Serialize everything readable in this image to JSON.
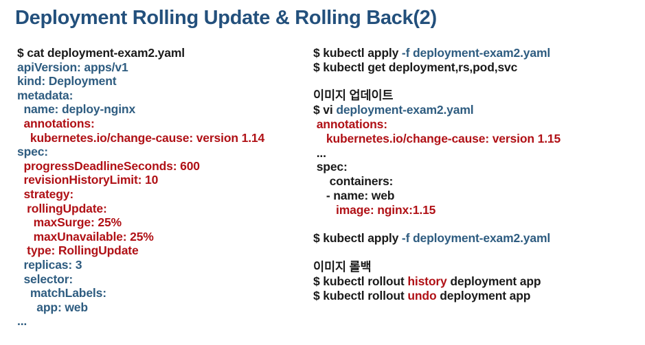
{
  "slide": {
    "title": "Deployment Rolling Update & Rolling Back(2)",
    "colors": {
      "title": "#23507C",
      "blue": "#2E5C80",
      "red": "#B01116",
      "black": "#1A1A1A",
      "background": "#FFFFFF"
    }
  },
  "left_column": {
    "lines": [
      {
        "indent": "",
        "segments": [
          {
            "text": "$ cat deployment-exam2.yaml",
            "color": "black"
          }
        ]
      },
      {
        "indent": "",
        "segments": [
          {
            "text": "apiVersion: apps/v1",
            "color": "blue"
          }
        ]
      },
      {
        "indent": "",
        "segments": [
          {
            "text": "kind: Deployment",
            "color": "blue"
          }
        ]
      },
      {
        "indent": "",
        "segments": [
          {
            "text": "metadata:",
            "color": "blue"
          }
        ]
      },
      {
        "indent": "  ",
        "segments": [
          {
            "text": "name: deploy-nginx",
            "color": "blue"
          }
        ]
      },
      {
        "indent": "  ",
        "segments": [
          {
            "text": "annotations:",
            "color": "red"
          }
        ]
      },
      {
        "indent": "    ",
        "segments": [
          {
            "text": "kubernetes.io/change-cause: version 1.14",
            "color": "red"
          }
        ]
      },
      {
        "indent": "",
        "segments": [
          {
            "text": "spec:",
            "color": "blue"
          }
        ]
      },
      {
        "indent": "  ",
        "segments": [
          {
            "text": "progressDeadlineSeconds: 600",
            "color": "red"
          }
        ]
      },
      {
        "indent": "  ",
        "segments": [
          {
            "text": "revisionHistoryLimit: 10",
            "color": "red"
          }
        ]
      },
      {
        "indent": "  ",
        "segments": [
          {
            "text": "strategy:",
            "color": "red"
          }
        ]
      },
      {
        "indent": "   ",
        "segments": [
          {
            "text": "rollingUpdate:",
            "color": "red"
          }
        ]
      },
      {
        "indent": "     ",
        "segments": [
          {
            "text": "maxSurge: 25%",
            "color": "red"
          }
        ]
      },
      {
        "indent": "     ",
        "segments": [
          {
            "text": "maxUnavailable: 25%",
            "color": "red"
          }
        ]
      },
      {
        "indent": "   ",
        "segments": [
          {
            "text": "type: RollingUpdate",
            "color": "red"
          }
        ]
      },
      {
        "indent": "  ",
        "segments": [
          {
            "text": "replicas: 3",
            "color": "blue"
          }
        ]
      },
      {
        "indent": "  ",
        "segments": [
          {
            "text": "selector:",
            "color": "blue"
          }
        ]
      },
      {
        "indent": "    ",
        "segments": [
          {
            "text": "matchLabels:",
            "color": "blue"
          }
        ]
      },
      {
        "indent": "      ",
        "segments": [
          {
            "text": "app: web",
            "color": "blue"
          }
        ]
      },
      {
        "indent": "",
        "segments": [
          {
            "text": "...",
            "color": "blue"
          }
        ]
      }
    ]
  },
  "right_column": {
    "lines": [
      {
        "indent": "",
        "segments": [
          {
            "text": "$ kubectl apply ",
            "color": "black"
          },
          {
            "text": "-f deployment-exam2.yaml",
            "color": "blue"
          }
        ]
      },
      {
        "indent": "",
        "segments": [
          {
            "text": "$ kubectl get deployment,rs,pod,svc",
            "color": "black"
          }
        ]
      },
      {
        "indent": "",
        "segments": [
          {
            "text": "",
            "color": "black"
          }
        ]
      },
      {
        "indent": "",
        "segments": [
          {
            "text": "이미지 업데이트",
            "color": "black"
          }
        ]
      },
      {
        "indent": "",
        "segments": [
          {
            "text": "$ vi ",
            "color": "black"
          },
          {
            "text": "deployment-exam2.yaml",
            "color": "blue"
          }
        ]
      },
      {
        "indent": " ",
        "segments": [
          {
            "text": "annotations:",
            "color": "red"
          }
        ]
      },
      {
        "indent": "    ",
        "segments": [
          {
            "text": "kubernetes.io/change-cause: version 1.15",
            "color": "red"
          }
        ]
      },
      {
        "indent": " ",
        "segments": [
          {
            "text": "...",
            "color": "black"
          }
        ]
      },
      {
        "indent": " ",
        "segments": [
          {
            "text": "spec:",
            "color": "black"
          }
        ]
      },
      {
        "indent": "     ",
        "segments": [
          {
            "text": "containers:",
            "color": "black"
          }
        ]
      },
      {
        "indent": "    ",
        "segments": [
          {
            "text": "- name: web",
            "color": "black"
          }
        ]
      },
      {
        "indent": "       ",
        "segments": [
          {
            "text": "image: nginx:1.15",
            "color": "red"
          }
        ]
      },
      {
        "indent": "",
        "segments": [
          {
            "text": "",
            "color": "black"
          }
        ]
      },
      {
        "indent": "",
        "segments": [
          {
            "text": "$ kubectl apply ",
            "color": "black"
          },
          {
            "text": "-f deployment-exam2.yaml",
            "color": "blue"
          }
        ]
      },
      {
        "indent": "",
        "segments": [
          {
            "text": "",
            "color": "black"
          }
        ]
      },
      {
        "indent": "",
        "segments": [
          {
            "text": "이미지 롤백",
            "color": "black"
          }
        ]
      },
      {
        "indent": "",
        "segments": [
          {
            "text": "$ kubectl rollout ",
            "color": "black"
          },
          {
            "text": "history",
            "color": "red"
          },
          {
            "text": " deployment app",
            "color": "black"
          }
        ]
      },
      {
        "indent": "",
        "segments": [
          {
            "text": "$ kubectl rollout ",
            "color": "black"
          },
          {
            "text": "undo",
            "color": "red"
          },
          {
            "text": " deployment app",
            "color": "black"
          }
        ]
      }
    ]
  }
}
